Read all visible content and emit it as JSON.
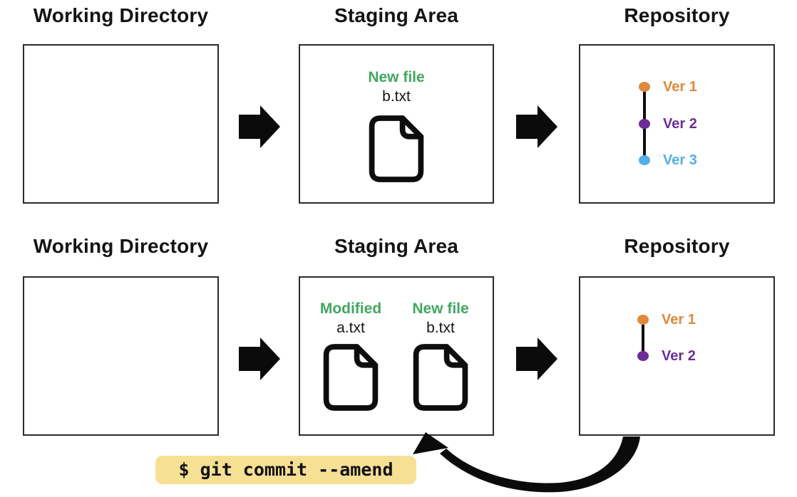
{
  "diagram": {
    "rows": [
      {
        "working_directory": {
          "title": "Working Directory"
        },
        "staging_area": {
          "title": "Staging Area",
          "files": [
            {
              "status": "New file",
              "name": "b.txt"
            }
          ]
        },
        "repository": {
          "title": "Repository",
          "commits": [
            {
              "label": "Ver 1",
              "color": "#E0893D"
            },
            {
              "label": "Ver 2",
              "color": "#6C2D98"
            },
            {
              "label": "Ver 3",
              "color": "#54AEE8"
            }
          ]
        }
      },
      {
        "working_directory": {
          "title": "Working Directory"
        },
        "staging_area": {
          "title": "Staging Area",
          "files": [
            {
              "status": "Modified",
              "name": "a.txt"
            },
            {
              "status": "New file",
              "name": "b.txt"
            }
          ]
        },
        "repository": {
          "title": "Repository",
          "commits": [
            {
              "label": "Ver 1",
              "color": "#E0893D"
            },
            {
              "label": "Ver 2",
              "color": "#6C2D98"
            }
          ]
        }
      }
    ],
    "command": {
      "text": "$ git commit --amend",
      "background": "#F6E094"
    },
    "colors": {
      "status_green": "#41A75F",
      "arrow_black": "#0b0b0b",
      "box_border": "#2b2b2b"
    },
    "icons": {
      "file": "file-icon",
      "flow": "flow-arrow-icon",
      "amend": "curved-amend-arrow-icon"
    }
  }
}
